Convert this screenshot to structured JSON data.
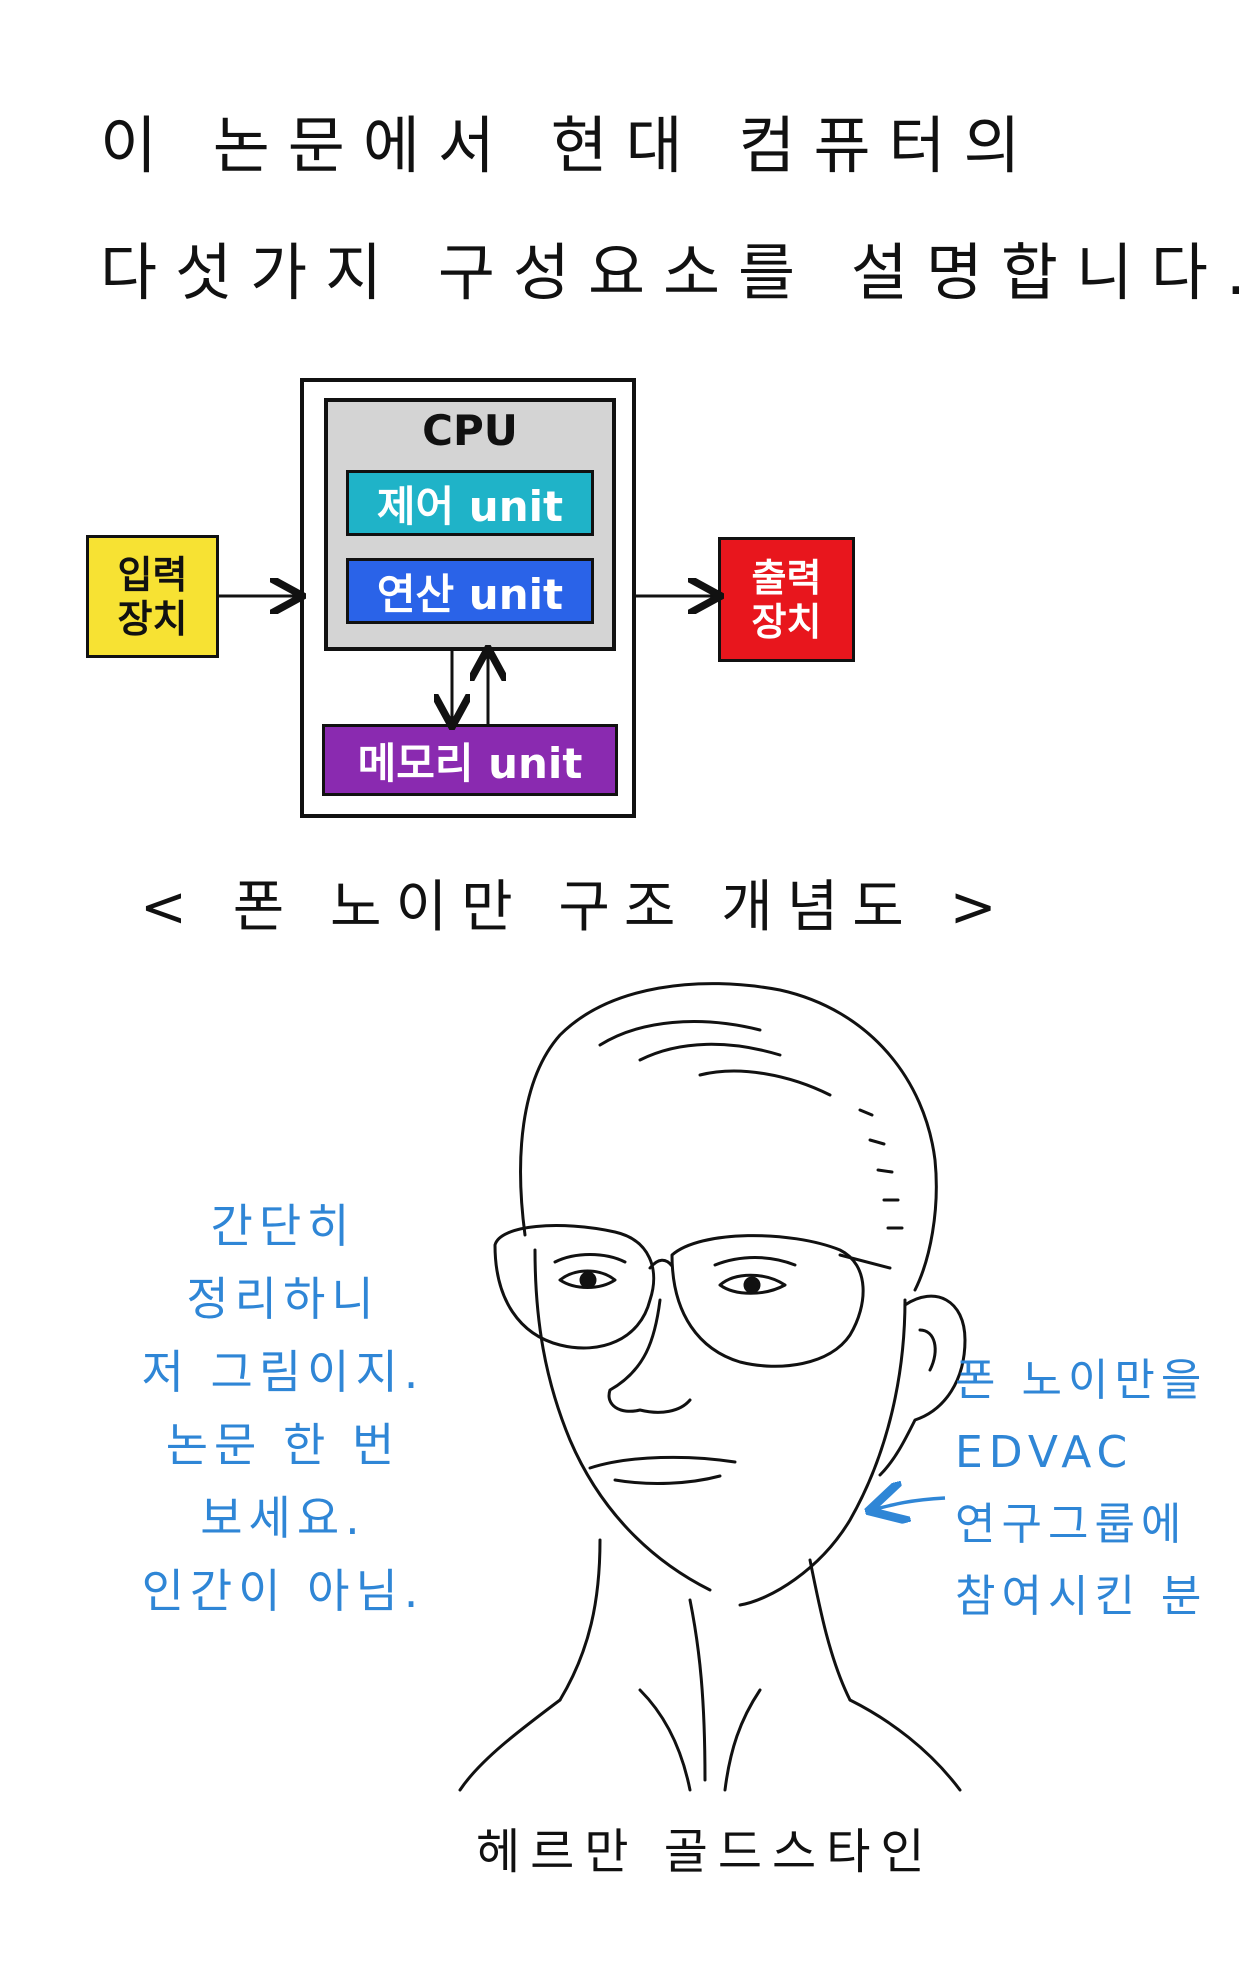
{
  "title": {
    "line1": "이 논문에서 현대 컴퓨터의",
    "line2": "다섯가지 구성요소를 설명합니다."
  },
  "diagram": {
    "cpu_label": "CPU",
    "control_unit": "제어 unit",
    "alu_unit": "연산 unit",
    "memory_unit": "메모리 unit",
    "input_device": [
      "입력",
      "장치"
    ],
    "output_device": [
      "출력",
      "장치"
    ],
    "caption": "< 폰 노이만 구조 개념도 >",
    "colors": {
      "control": "#1fb3c8",
      "alu": "#2a63e8",
      "memory": "#8a2ab0",
      "input": "#f7e233",
      "output": "#e8161d",
      "cpu_bg": "#d4d4d4"
    }
  },
  "annotations": {
    "left": [
      "간단히",
      "정리하니",
      "저 그림이지.",
      "논문 한 번",
      "보세요.",
      "인간이 아님."
    ],
    "right": [
      "폰 노이만을",
      "EDVAC",
      "연구그룹에",
      "참여시킨 분"
    ],
    "color": "#2f86d6"
  },
  "portrait": {
    "name": "헤르만 골드스타인",
    "icon": "portrait-drawing"
  }
}
